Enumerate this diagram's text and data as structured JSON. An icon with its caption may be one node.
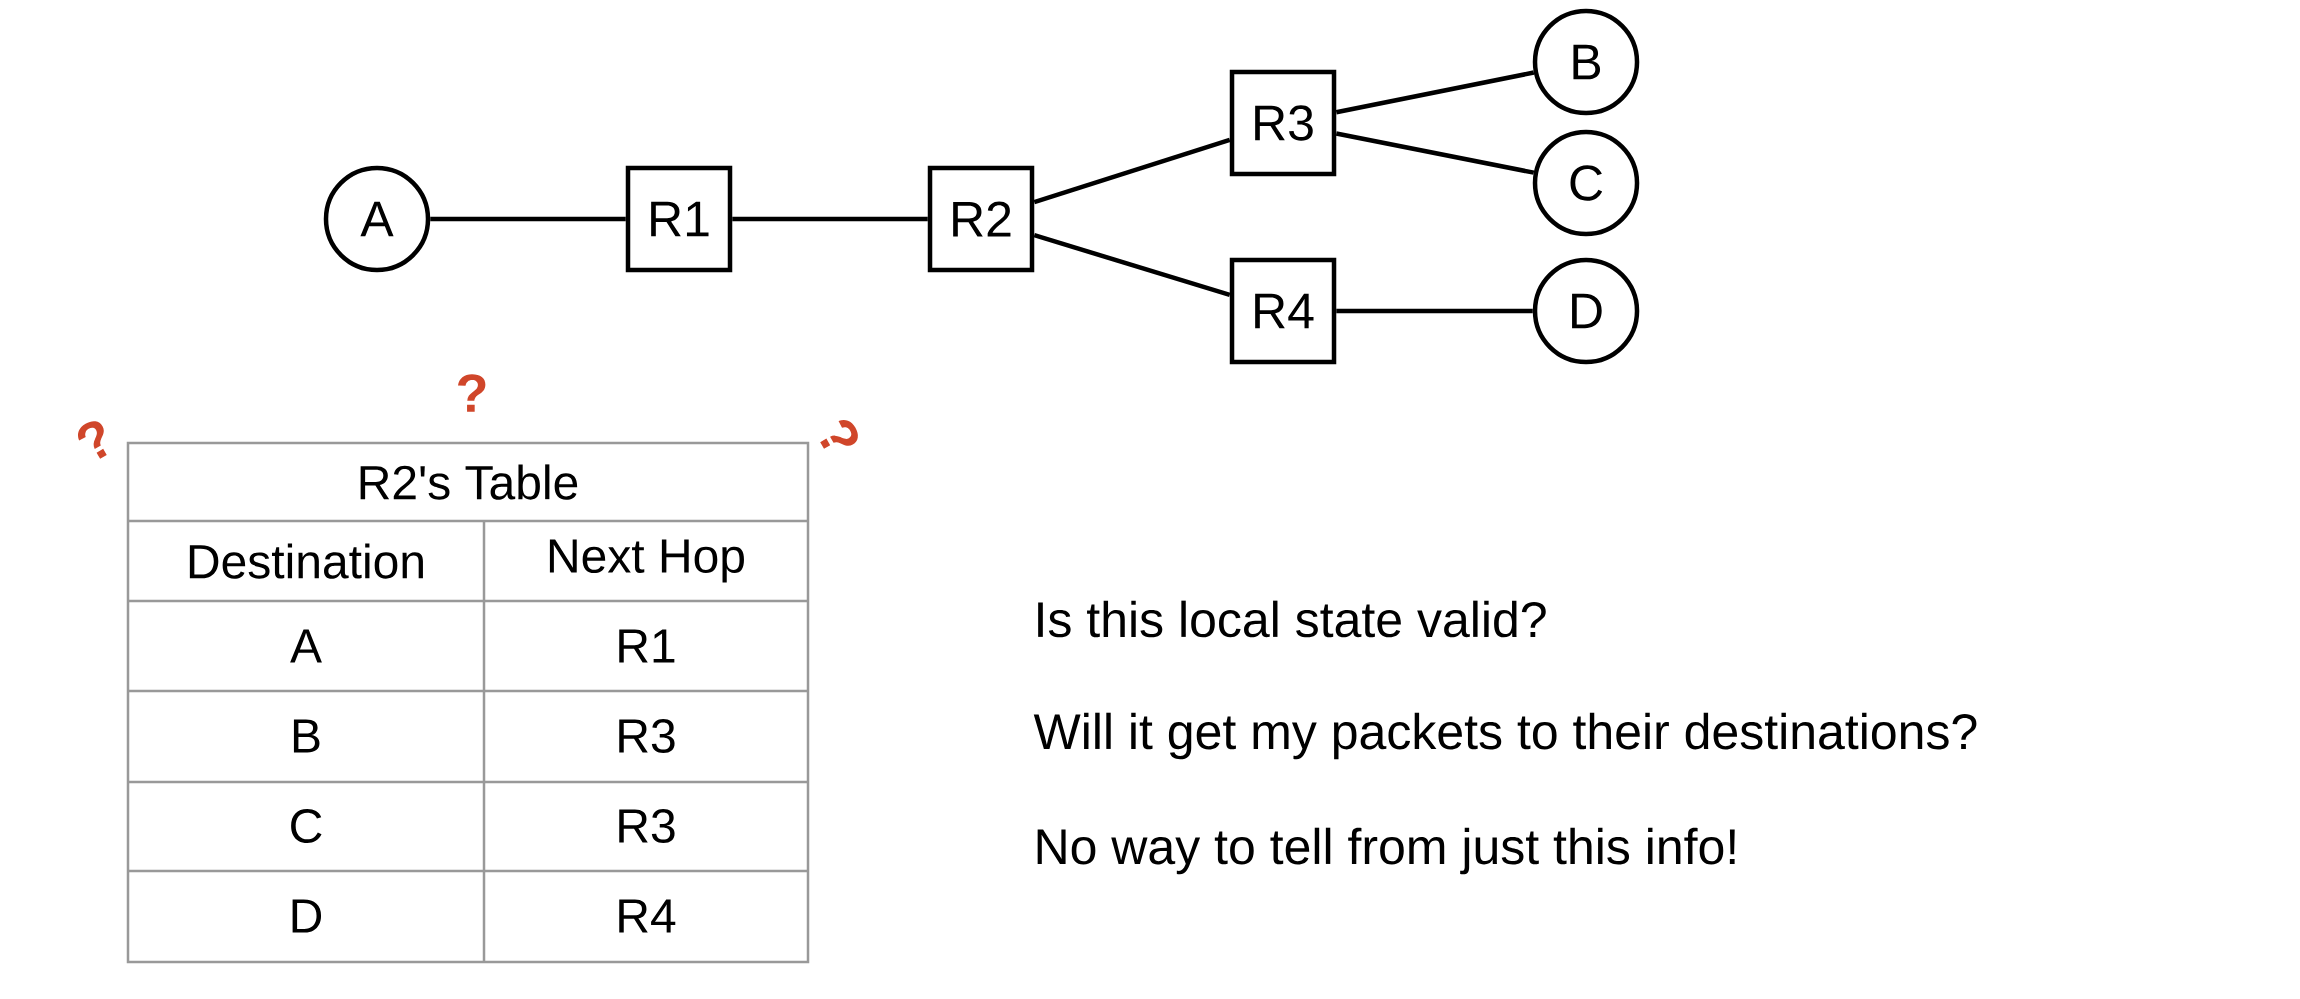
{
  "diagram": {
    "nodes": [
      {
        "text": [
          "A"
        ]
      },
      {
        "text": [
          "R1"
        ]
      },
      {
        "text": [
          "R2"
        ]
      },
      {
        "text": [
          "R3"
        ]
      },
      {
        "text": [
          "R4"
        ]
      },
      {
        "text": [
          "B"
        ]
      },
      {
        "text": [
          "C"
        ]
      },
      {
        "text": [
          "D"
        ]
      }
    ],
    "edges": [
      {
        "from": 0,
        "to": 1,
        "arrow": "none"
      },
      {
        "from": 1,
        "to": 2,
        "arrow": "none"
      },
      {
        "from": 2,
        "to": 3,
        "arrow": "none"
      },
      {
        "from": 2,
        "to": 4,
        "arrow": "none"
      },
      {
        "from": 3,
        "to": 5,
        "arrow": "none"
      },
      {
        "from": 3,
        "to": 6,
        "arrow": "none"
      },
      {
        "from": 4,
        "to": 7,
        "arrow": "none"
      }
    ],
    "labels": [
      "?",
      "?",
      "?",
      "R2's Table",
      "Destination",
      "Next Hop",
      "A",
      "R1",
      "B",
      "R3",
      "C",
      "R3",
      "D",
      "R4",
      "Is this local state valid?",
      "Will it get my packets to their destinations?",
      "No way to tell from just this info!"
    ]
  }
}
